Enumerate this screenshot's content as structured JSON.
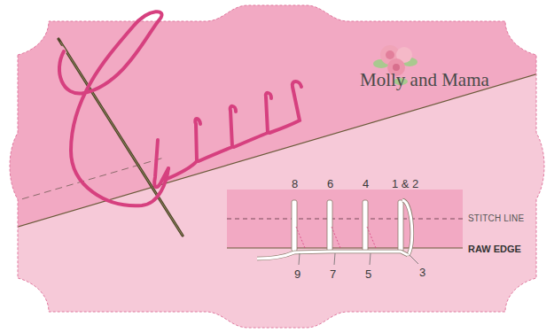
{
  "diagram": {
    "labels": [
      "Molly and Mama",
      "8",
      "6",
      "4",
      "1 & 2",
      "STITCH LINE",
      "RAW EDGE",
      "9",
      "7",
      "5",
      "3"
    ]
  }
}
